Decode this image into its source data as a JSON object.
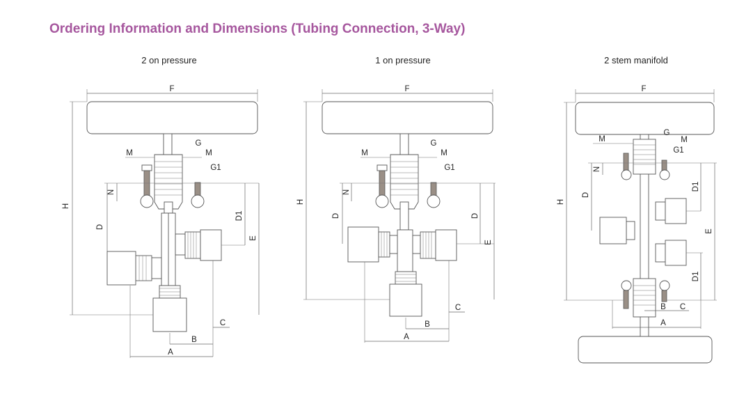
{
  "page": {
    "title": "Ordering Information and Dimensions (Tubing Connection, 3-Way)"
  },
  "views": [
    {
      "caption": "2 on pressure",
      "labels": {
        "F": "F",
        "G": "G",
        "M1": "M",
        "M2": "M",
        "G1": "G1",
        "H": "H",
        "N": "N",
        "D": "D",
        "D1": "D1",
        "E": "E",
        "C": "C",
        "B": "B",
        "A": "A"
      }
    },
    {
      "caption": "1 on pressure",
      "labels": {
        "F": "F",
        "G": "G",
        "M1": "M",
        "M2": "M",
        "G1": "G1",
        "H": "H",
        "N": "N",
        "D": "D",
        "D1": "D",
        "E": "E",
        "C": "C",
        "B": "B",
        "A": "A"
      }
    },
    {
      "caption": "2 stem manifold",
      "labels": {
        "F": "F",
        "G": "G",
        "M1": "M",
        "M2": "M",
        "G1": "G1",
        "H": "H",
        "N": "N",
        "D": "D",
        "D1": "D1",
        "D1b": "D1",
        "E": "E",
        "C": "C",
        "B": "B",
        "A": "A"
      }
    }
  ],
  "colors": {
    "title": "#a6579e",
    "line": "#555555",
    "hatch": "#9a8f86"
  }
}
